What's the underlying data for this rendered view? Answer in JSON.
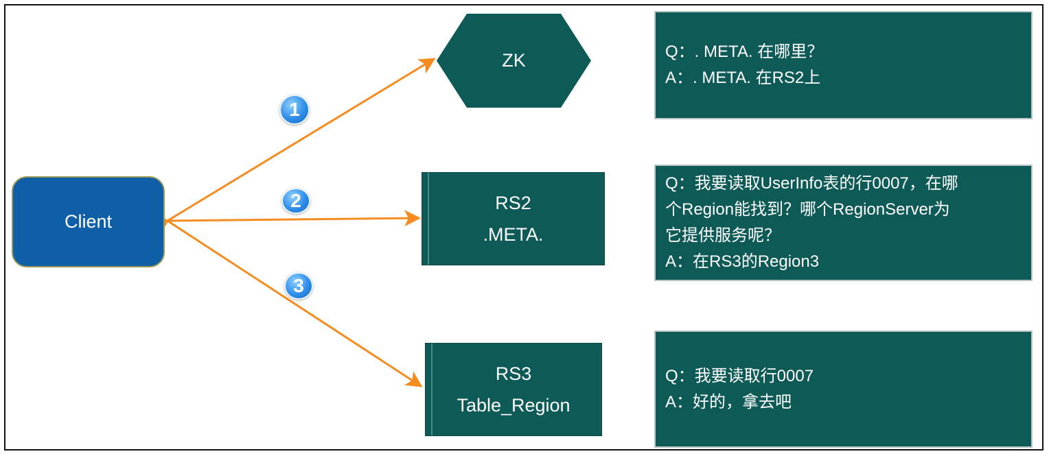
{
  "client": {
    "label": "Client"
  },
  "zk": {
    "label": "ZK"
  },
  "rs2": {
    "line1": "RS2",
    "line2": ".META."
  },
  "rs3": {
    "line1": "RS3",
    "line2": "Table_Region"
  },
  "steps": [
    {
      "number": "1"
    },
    {
      "number": "2"
    },
    {
      "number": "3"
    }
  ],
  "qa_boxes": [
    {
      "lines": [
        "Q：. META. 在哪里？",
        "A：. META. 在RS2上"
      ]
    },
    {
      "lines": [
        "Q：我要读取UserInfo表的行0007，在哪",
        "个Region能找到？哪个RegionServer为",
        "它提供服务呢？",
        "A：在RS3的Region3"
      ]
    },
    {
      "lines": [
        "Q：我要读取行0007",
        "A：好的，拿去吧"
      ]
    }
  ],
  "colors": {
    "arrow": "#f68b1f",
    "node_fill": "#0d5a57",
    "client_fill": "#0e5fa6",
    "badge_blue": "#2f8ee8"
  }
}
